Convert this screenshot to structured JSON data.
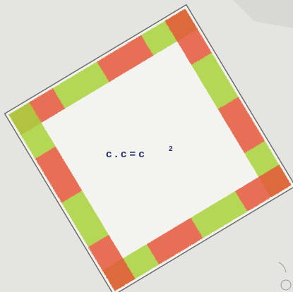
{
  "formula": {
    "base": "c . c = c",
    "exponent": "2"
  },
  "colors": {
    "paper": "#f1f1ee",
    "background_paper": "#e4e4e0",
    "red_segment": "#e4573a",
    "green_segment": "#a9d33b",
    "pencil_outline": "#6d6d6d",
    "ink": "#24306f"
  },
  "border_pattern": [
    "red",
    "green",
    "red",
    "green",
    "red",
    "green",
    "red",
    "green"
  ]
}
